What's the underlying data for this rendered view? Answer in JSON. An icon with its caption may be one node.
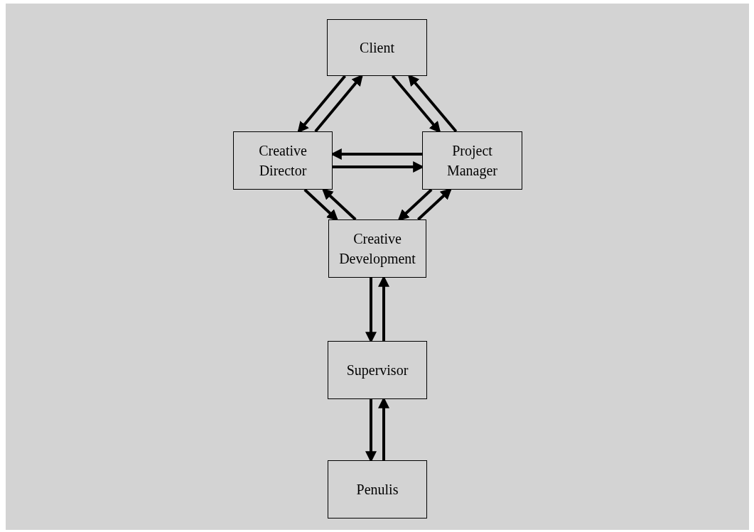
{
  "diagram": {
    "nodes": [
      {
        "text": [
          "Client"
        ]
      },
      {
        "text": [
          "Creative Director"
        ]
      },
      {
        "text": [
          "Project Manager"
        ]
      },
      {
        "text": [
          "Creative Development"
        ]
      },
      {
        "text": [
          "Supervisor"
        ]
      },
      {
        "text": [
          "Penulis"
        ]
      }
    ],
    "edges": [
      {
        "from": 0,
        "to": 1,
        "arrow": "to"
      },
      {
        "from": 1,
        "to": 0,
        "arrow": "to"
      },
      {
        "from": 0,
        "to": 2,
        "arrow": "to"
      },
      {
        "from": 2,
        "to": 0,
        "arrow": "to"
      },
      {
        "from": 2,
        "to": 1,
        "arrow": "to"
      },
      {
        "from": 1,
        "to": 2,
        "arrow": "to"
      },
      {
        "from": 1,
        "to": 3,
        "arrow": "to"
      },
      {
        "from": 3,
        "to": 1,
        "arrow": "to"
      },
      {
        "from": 2,
        "to": 3,
        "arrow": "to"
      },
      {
        "from": 3,
        "to": 2,
        "arrow": "to"
      },
      {
        "from": 3,
        "to": 4,
        "arrow": "to"
      },
      {
        "from": 4,
        "to": 3,
        "arrow": "to"
      },
      {
        "from": 4,
        "to": 5,
        "arrow": "to"
      },
      {
        "from": 5,
        "to": 4,
        "arrow": "to"
      }
    ]
  }
}
